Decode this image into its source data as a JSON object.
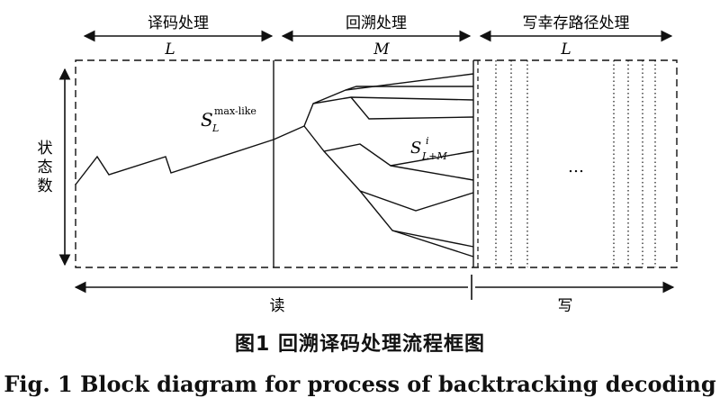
{
  "segments": {
    "decode": {
      "title": "译码处理",
      "length": "L"
    },
    "backtrack": {
      "title": "回溯处理",
      "length": "M"
    },
    "write_path": {
      "title": "写幸存路径处理",
      "length": "L"
    }
  },
  "y_axis_label": [
    "状",
    "态",
    "数"
  ],
  "state_label": {
    "base": "S",
    "sup": "max-like",
    "sub": "L"
  },
  "path_label": {
    "base": "S",
    "sup": "i",
    "sub": "L+M"
  },
  "ellipsis": "…",
  "bottom": {
    "read": "读",
    "write": "写"
  },
  "caption": {
    "cn": "图1  回溯译码处理流程框图",
    "en": "Fig. 1  Block diagram for process of backtracking decoding"
  }
}
